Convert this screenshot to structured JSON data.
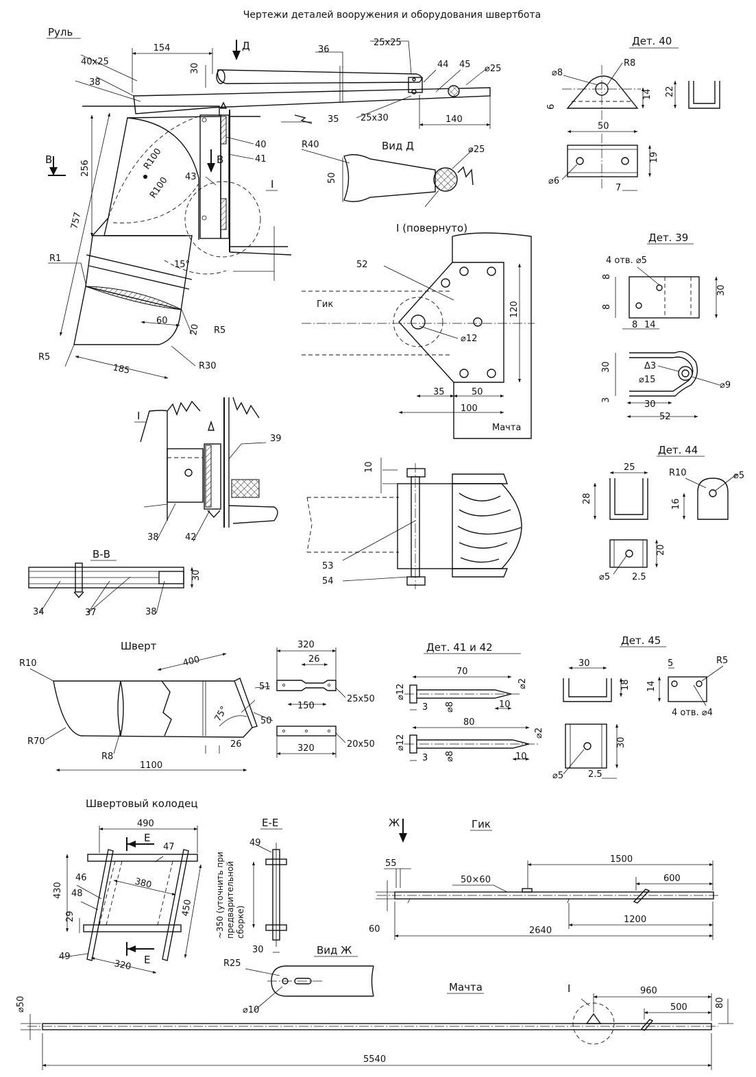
{
  "title": "Чертежи деталей вооружения и оборудования швертбота",
  "rudder": {
    "label": "Руль",
    "dims": [
      "154",
      "40x25",
      "38",
      "30",
      "36",
      "25x25",
      "44",
      "45",
      "⌀25",
      "35",
      "25x30",
      "140",
      "256",
      "757",
      "R100",
      "R100",
      "43",
      "40",
      "41",
      "R1",
      "15°",
      "60",
      "20",
      "R5",
      "R5",
      "185",
      "R30"
    ],
    "view_marks": [
      "Д",
      "В",
      "В",
      "I"
    ]
  },
  "view_d": {
    "label": "Вид Д",
    "dims": [
      "R40",
      "50",
      "⌀25"
    ]
  },
  "detail_i_rot": {
    "label": "I (повернуто)",
    "dims": [
      "52",
      "Гик",
      "⌀12",
      "120",
      "35",
      "50",
      "100",
      "Мачта"
    ]
  },
  "det40": {
    "label": "Дет. 40",
    "dims": [
      "⌀8",
      "R8",
      "6",
      "14",
      "22",
      "50",
      "19",
      "⌀6",
      "7"
    ]
  },
  "det39": {
    "label": "Дет. 39",
    "dims": [
      "4 отв. ⌀5",
      "8",
      "8",
      "8",
      "14",
      "30",
      "Δ3",
      "30",
      "⌀15",
      "⌀9",
      "3",
      "30",
      "52"
    ]
  },
  "det44": {
    "label": "Дет. 44",
    "dims": [
      "25",
      "R10",
      "⌀5",
      "28",
      "16",
      "20",
      "⌀5",
      "2.5"
    ]
  },
  "node_i": {
    "label": "I",
    "dims": [
      "39",
      "38",
      "42"
    ]
  },
  "section_bb": {
    "label": "В-В",
    "dims": [
      "30",
      "34",
      "37",
      "38"
    ]
  },
  "boom_node": {
    "dims": [
      "10",
      "53",
      "54"
    ]
  },
  "centerboard": {
    "label": "Шверт",
    "dims": [
      "R10",
      "400",
      "R70",
      "R8",
      "1100",
      "75°",
      "26",
      "51",
      "50"
    ]
  },
  "board_parts": {
    "dims": [
      "320",
      "26",
      "150",
      "25x50",
      "20x50",
      "320"
    ]
  },
  "det41_42": {
    "label": "Дет. 41 и 42",
    "dims": [
      "70",
      "⌀12",
      "⌀2",
      "3",
      "⌀8",
      "10",
      "80",
      "⌀12",
      "⌀2",
      "3",
      "⌀8",
      "10"
    ]
  },
  "det45": {
    "label": "Дет. 45",
    "dims": [
      "30",
      "18",
      "5",
      "R5",
      "14",
      "4 отв. ⌀4",
      "30",
      "⌀5",
      "2.5"
    ]
  },
  "trunk": {
    "label": "Швертовый колодец",
    "dims": [
      "490",
      "47",
      "46",
      "380",
      "48",
      "430",
      "29",
      "49",
      "450",
      "320",
      "Е",
      "Е"
    ]
  },
  "section_ee": {
    "label": "Е-Е",
    "dims": [
      "49",
      "~350 (уточнить при",
      "предварительной",
      "сборке)",
      "30"
    ]
  },
  "boom": {
    "label": "Гик",
    "dims": [
      "Ж",
      "55",
      "50×60",
      "1500",
      "600",
      "60",
      "1200",
      "2640"
    ]
  },
  "view_zh": {
    "label": "Вид Ж",
    "dims": [
      "R25",
      "⌀10"
    ]
  },
  "mast": {
    "label": "Мачта",
    "dims": [
      "⌀50",
      "I",
      "960",
      "500",
      "80",
      "5540"
    ]
  }
}
